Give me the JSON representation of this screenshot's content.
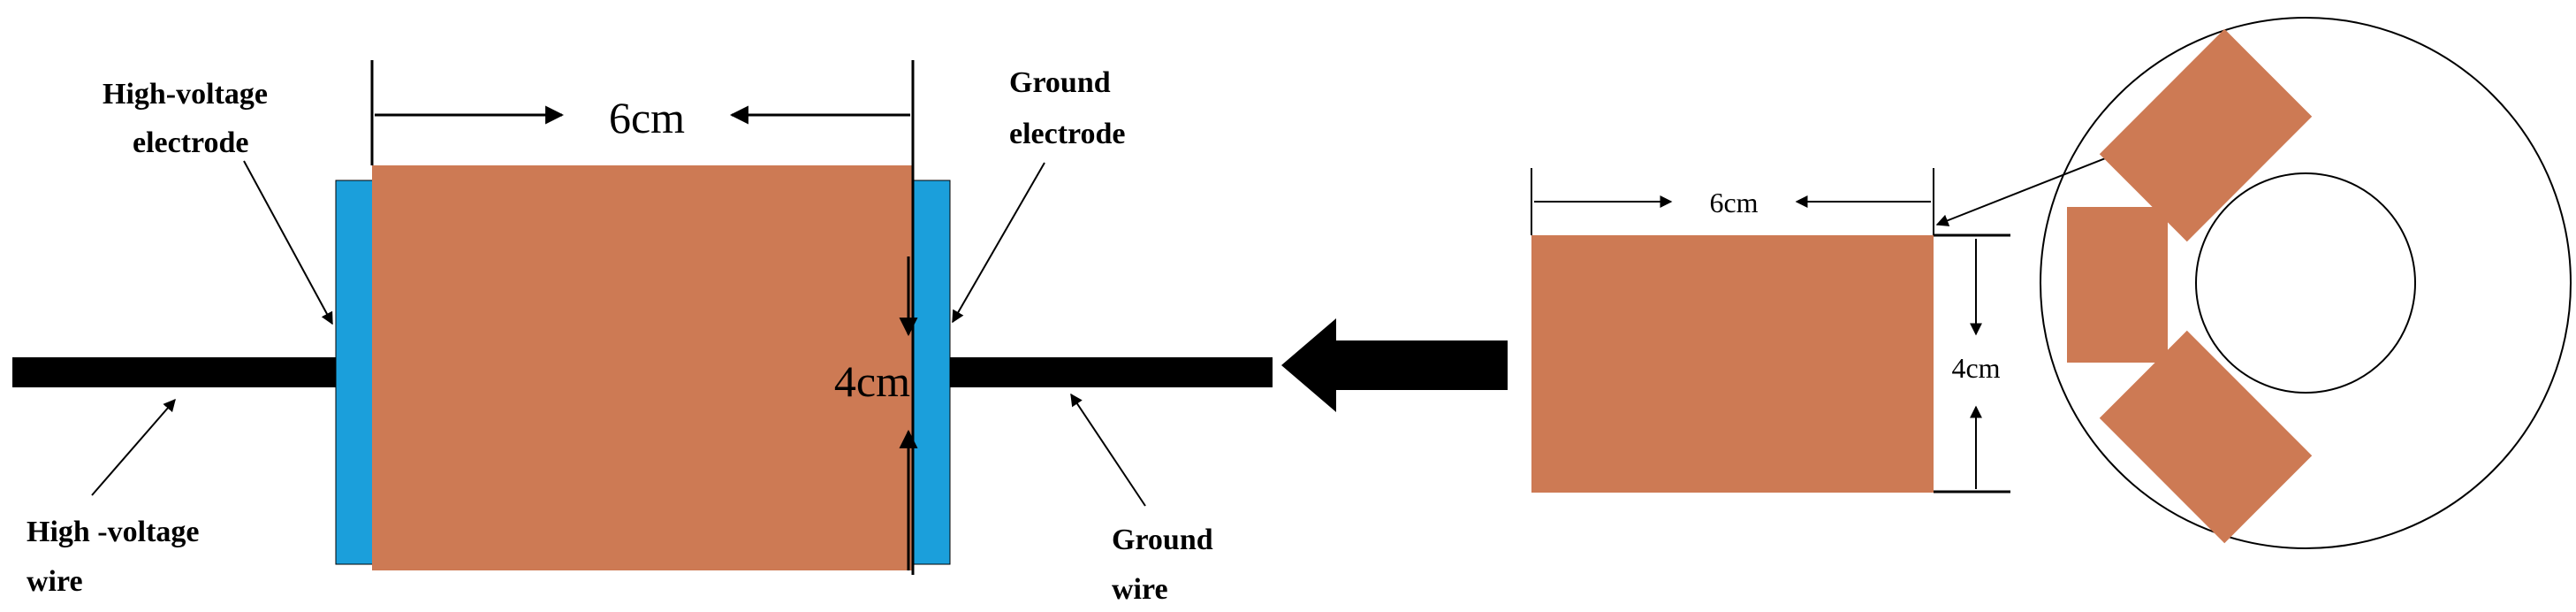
{
  "colors": {
    "sample": "#CD7A54",
    "electrode": "#1B9FDB",
    "wire": "#000000",
    "line": "#000000",
    "background": "#FFFFFF"
  },
  "left_assembly": {
    "high_voltage_electrode_label": [
      "High-voltage",
      "electrode"
    ],
    "ground_electrode_label": [
      "Ground",
      "electrode"
    ],
    "high_voltage_wire_label": [
      "High -voltage",
      "wire"
    ],
    "ground_wire_label": [
      "Ground",
      "wire"
    ],
    "width_label": "6cm",
    "height_label": "4cm"
  },
  "right_sample": {
    "width_label": "6cm",
    "height_label": "4cm"
  },
  "transfer_arrow": {
    "direction": "left"
  },
  "disk": {
    "outer_shape": "circle",
    "inner_shape": "circle",
    "sample_count": 3
  }
}
